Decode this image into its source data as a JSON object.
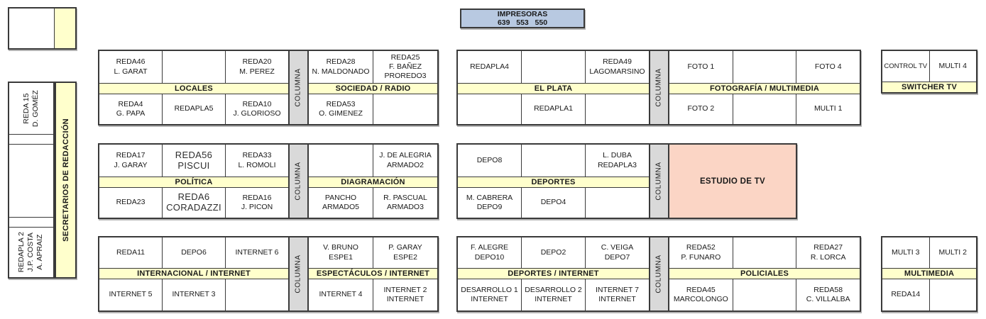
{
  "impresoras": {
    "title": "IMPRESORAS",
    "numbers": "639   553   550"
  },
  "left_panel": {
    "desk_top": "REDA 15\nD. GOMÉZ",
    "desk_bottom": "REDAPLA 2\nJ.P. COSTA\nA. APRAIZ",
    "strip": "SECRETARIOS DE REDACCIÓN"
  },
  "columna_label": "COLUMNA",
  "estudio_tv_label": "ESTUDIO DE TV",
  "groups": {
    "locales": {
      "title": "LOCALES",
      "row1": [
        "REDA46\nL. GARAT",
        "",
        "REDA20\nM. PEREZ"
      ],
      "row2": [
        "REDA4\nG. PAPA",
        "REDAPLA5",
        "REDA10\nJ. GLORIOSO"
      ]
    },
    "sociedad_radio": {
      "title": "SOCIEDAD / RADIO",
      "row1": [
        "REDA28\nN. MALDONADO",
        "REDA25\nF. BAÑEZ\nPROREDO3"
      ],
      "row2": [
        "REDA53\nO. GIMENEZ",
        ""
      ]
    },
    "el_plata": {
      "title": "EL PLATA",
      "row1": [
        "REDAPLA4",
        "",
        "REDA49\nLAGOMARSINO"
      ],
      "row2": [
        "",
        "REDAPLA1",
        ""
      ]
    },
    "fotografia_multimedia": {
      "title": "FOTOGRAFÍA / MULTIMEDIA",
      "row1": [
        "FOTO 1",
        "",
        "FOTO 4"
      ],
      "row2": [
        "FOTO 2",
        "",
        "MULTI 1"
      ]
    },
    "switcher_tv": {
      "title": "SWITCHER TV",
      "row1": [
        "CONTROL TV",
        "MULTI 4"
      ]
    },
    "politica": {
      "title": "POLÍTICA",
      "row1": [
        "REDA17\nJ. GARAY",
        "REDA56\nPISCUI",
        "REDA33\nL. ROMOLI"
      ],
      "row2": [
        "REDA23",
        "REDA6\nCORADAZZI",
        "REDA16\nJ. PICON"
      ]
    },
    "diagramacion": {
      "title": "DIAGRAMACIÓN",
      "row1": [
        "",
        "J. DE ALEGRIA\nARMADO2"
      ],
      "row2": [
        "PANCHO\nARMADO5",
        "R. PASCUAL\nARMADO3"
      ]
    },
    "deportes": {
      "title": "DEPORTES",
      "row1": [
        "DEPO8",
        "",
        "L. DUBA\nREDAPLA3"
      ],
      "row2": [
        "M. CABRERA\nDEPO9",
        "DEPO4",
        ""
      ]
    },
    "internacional_internet": {
      "title": "INTERNACIONAL / INTERNET",
      "row1": [
        "REDA11",
        "DEPO6",
        "INTERNET 6"
      ],
      "row2": [
        "INTERNET 5",
        "INTERNET 3",
        ""
      ]
    },
    "espectaculos_internet": {
      "title": "ESPECTÁCULOS / INTERNET",
      "row1": [
        "V. BRUNO\nESPE1",
        "P. GARAY\nESPE2"
      ],
      "row2": [
        "INTERNET 4",
        "INTERNET 2\nINTERNET"
      ]
    },
    "deportes_internet": {
      "title": "DEPORTES / INTERNET",
      "row1": [
        "F. ALEGRE\nDEPO10",
        "DEPO2",
        "C. VEIGA\nDEPO7"
      ],
      "row2": [
        "DESARROLLO 1\nINTERNET",
        "DESARROLLO 2\nINTERNET",
        "INTERNET 7\nINTERNET"
      ]
    },
    "policiales": {
      "title": "POLICIALES",
      "row1": [
        "REDA52\nP. FUNARO",
        "",
        "REDA27\nR. LORCA"
      ],
      "row2": [
        "REDA45\nMARCOLONGO",
        "",
        "REDA58\nC. VILLALBA"
      ]
    },
    "multimedia": {
      "title": "MULTIMEDIA",
      "row1": [
        "MULTI 3",
        "MULTI 2"
      ],
      "row2": [
        "REDA14",
        ""
      ]
    }
  },
  "colors": {
    "header_bg": "#ffffcc",
    "columna_bg": "#d9d9d9",
    "impresoras_bg": "#b8c9e1",
    "estudio_bg": "#fbd5c5",
    "border": "#3a3a3a"
  }
}
